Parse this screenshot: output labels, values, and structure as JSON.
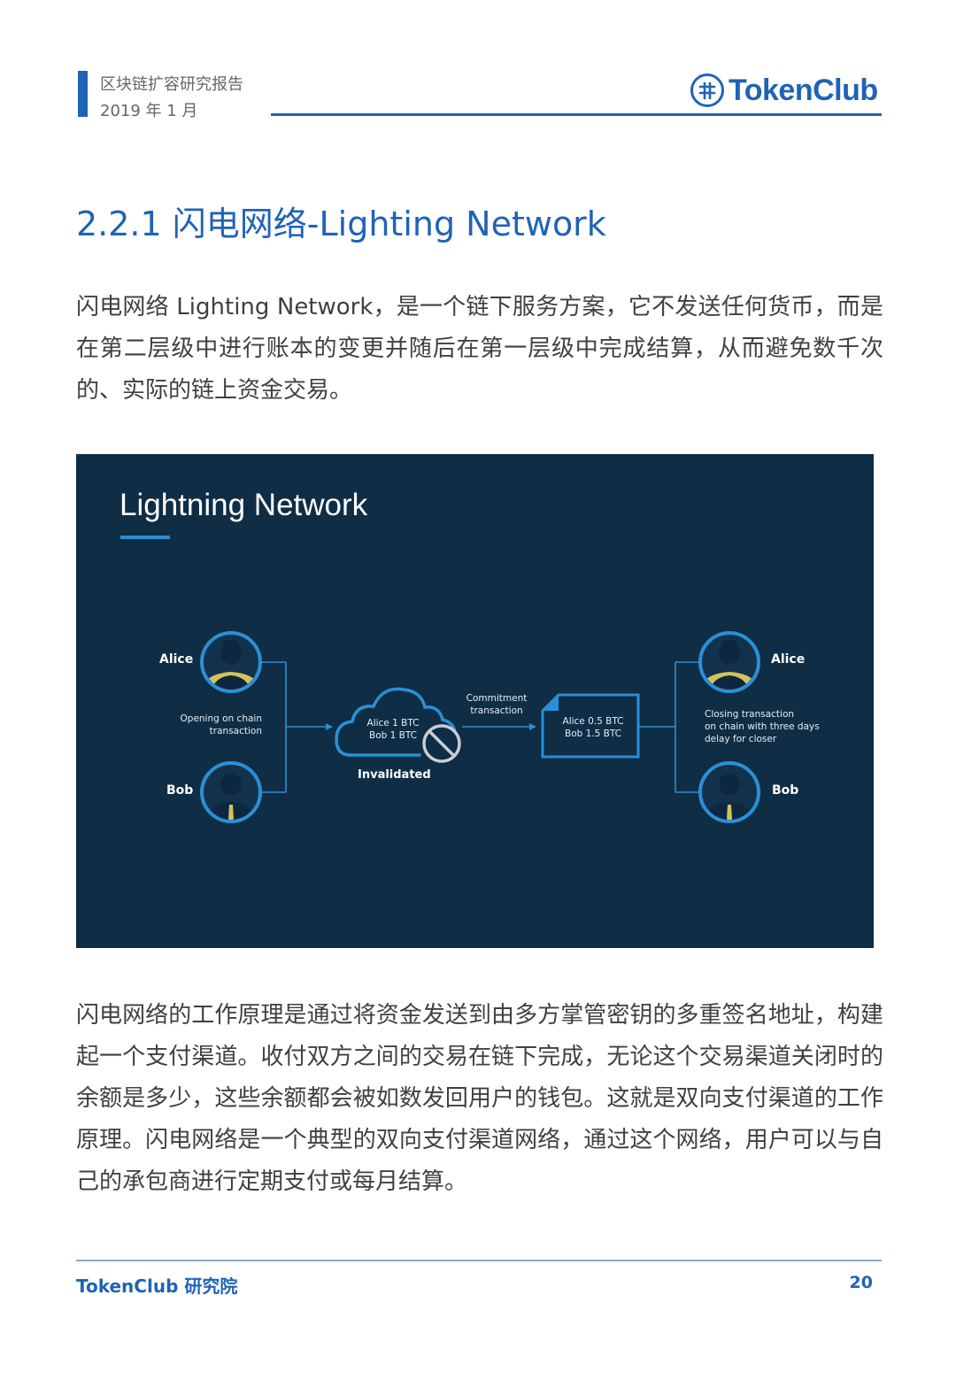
{
  "header": {
    "title": "区块链扩容研究报告",
    "date": "2019 年 1 月",
    "logo_text": "TokenClub",
    "brand_color": "#1f63b7"
  },
  "section": {
    "title": "2.2.1  闪电网络-Lighting Network"
  },
  "paragraphs": {
    "p1": "闪电网络 Lighting Network，是一个链下服务方案，它不发送任何货币，而是在第二层级中进行账本的变更并随后在第一层级中完成结算，从而避免数千次的、实际的链上资金交易。",
    "p2": "闪电网络的工作原理是通过将资金发送到由多方掌管密钥的多重签名地址，构建起一个支付渠道。收付双方之间的交易在链下完成，无论这个交易渠道关闭时的余额是多少，这些余额都会被如数发回用户的钱包。这就是双向支付渠道的工作原理。闪电网络是一个典型的双向支付渠道网络，通过这个网络，用户可以与自己的承包商进行定期支付或每月结算。"
  },
  "diagram": {
    "title": "Lightning Network",
    "left_top_name": "Alice",
    "left_bottom_name": "Bob",
    "opening_line1": "Opening on chain",
    "opening_line2": "transaction",
    "cloud_line1": "Alice 1 BTC",
    "cloud_line2": "Bob 1 BTC",
    "invalidated": "Invalidated",
    "commitment_line1": "Commitment",
    "commitment_line2": "transaction",
    "doc_line1": "Alice 0.5 BTC",
    "doc_line2": "Bob 1.5 BTC",
    "closing_line1": "Closing transaction",
    "closing_line2": "on chain with three days",
    "closing_line3": "delay for closer",
    "right_top_name": "Alice",
    "right_bottom_name": "Bob",
    "background_color": "#0f2d45",
    "accent_color": "#2a8fd6"
  },
  "footer": {
    "left": "TokenClub 研究院",
    "page_number": "20"
  }
}
